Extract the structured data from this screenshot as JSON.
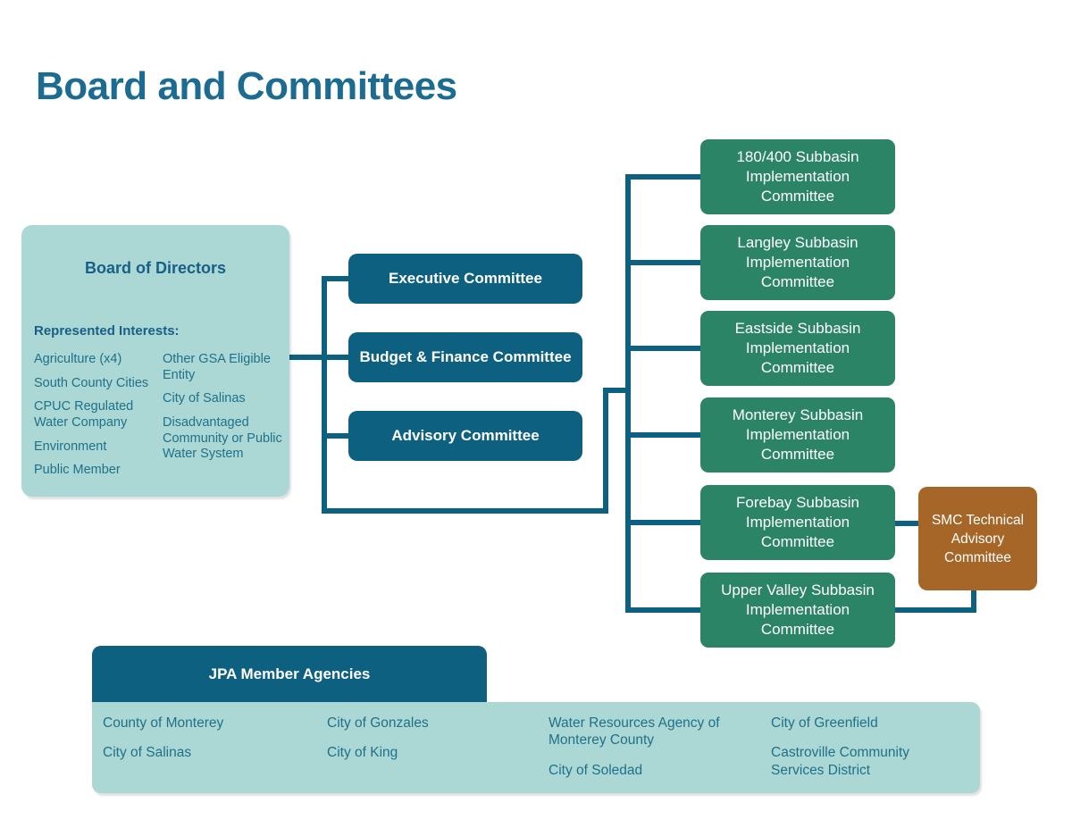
{
  "title": "Board and Committees",
  "colors": {
    "dark_blue": "#0D6080",
    "green": "#2B8465",
    "brown": "#A56627",
    "light_teal": "#ABD8D5",
    "title_text": "#1C6C92",
    "teal_text": "#1F7089",
    "connector": "#0D6080"
  },
  "board": {
    "title": "Board of Directors",
    "subtitle": "Represented Interests:",
    "left_items": [
      "Agriculture (x4)",
      "South County Cities",
      "CPUC Regulated Water Company",
      "Environment",
      "Public Member"
    ],
    "right_items": [
      "Other GSA Eligible Entity",
      "City of Salinas",
      "Disadvantaged Community or Public Water System"
    ]
  },
  "committees": [
    "Executive Committee",
    "Budget & Finance Committee",
    "Advisory Committee"
  ],
  "subbasins": [
    "180/400 Subbasin Implementation Committee",
    "Langley Subbasin Implementation Committee",
    "Eastside Subbasin Implementation Committee",
    "Monterey Subbasin Implementation Committee",
    "Forebay Subbasin Implementation Committee",
    "Upper Valley Subbasin Implementation Committee"
  ],
  "smc": "SMC Technical Advisory Committee",
  "jpa": {
    "title": "JPA Member Agencies",
    "columns": [
      [
        "County of Monterey",
        "City of Salinas"
      ],
      [
        "City of Gonzales",
        "City of King"
      ],
      [
        "Water Resources Agency of Monterey County",
        "City of Soledad"
      ],
      [
        "City of Greenfield",
        "Castroville Community Services District"
      ]
    ]
  }
}
